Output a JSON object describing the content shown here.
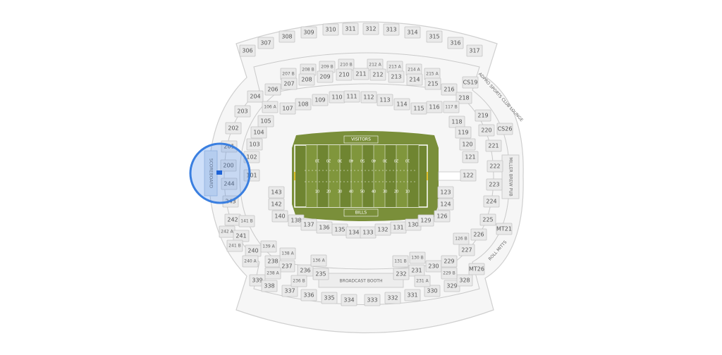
{
  "map": {
    "field": {
      "top_endzone": "VISITORS",
      "bottom_endzone": "BILLS"
    },
    "yard_numbers": [
      "10",
      "20",
      "30",
      "40",
      "50",
      "40",
      "30",
      "20",
      "10"
    ],
    "venue_labels": {
      "scoreboard": "SCOREBOARD",
      "broadcast_booth": "BROADCAST BOOTH",
      "miller_pub": "MILLER BREW PUB",
      "lounge_ne": "ADPRO SPORTS CLUB LOUNGE",
      "lounge_se": "ROLL MITTS"
    },
    "highlight_sections": [
      "200",
      "244",
      "201",
      "243"
    ],
    "sections": {
      "outer_top": [
        "306",
        "307",
        "308",
        "309",
        "310",
        "311",
        "312",
        "313",
        "314",
        "315",
        "316",
        "317"
      ],
      "outer_bottom": [
        "339",
        "338",
        "337",
        "336",
        "335",
        "334",
        "333",
        "332",
        "331",
        "330",
        "329",
        "328"
      ],
      "upper_top_a": [
        "207 B",
        "208 B",
        "209 B",
        "210 B",
        "212 A",
        "213 A",
        "214 A",
        "215 A"
      ],
      "upper_top_b": [
        "206",
        "207",
        "208",
        "209",
        "210",
        "211",
        "212",
        "213",
        "214",
        "215",
        "216"
      ],
      "upper_left": [
        "204",
        "203",
        "202",
        "201",
        "200",
        "244",
        "243",
        "242",
        "242 A",
        "241",
        "241 B",
        "240",
        "240 A"
      ],
      "upper_right": [
        "CS19",
        "218",
        "219",
        "220",
        "CS26",
        "221",
        "222",
        "223",
        "224",
        "225",
        "MT21",
        "226",
        "227",
        "MT26"
      ],
      "upper_bottom_a": [
        "238",
        "237",
        "236",
        "235",
        "232",
        "231",
        "230",
        "229"
      ],
      "upper_bottom_b": [
        "238 A",
        "236 B",
        "231 A",
        "229 B"
      ],
      "lower_top": [
        "106 A",
        "107",
        "108",
        "109",
        "110",
        "111",
        "112",
        "113",
        "114",
        "115",
        "116",
        "117 B"
      ],
      "lower_left": [
        "105",
        "104",
        "103",
        "102",
        "101",
        "143",
        "142",
        "140",
        "141 B",
        "139 A",
        "138 A",
        "136 A"
      ],
      "lower_right": [
        "118",
        "119",
        "120",
        "121",
        "122",
        "123",
        "124",
        "126",
        "126 B"
      ],
      "lower_bottom": [
        "138",
        "137",
        "136",
        "135",
        "134",
        "133",
        "132",
        "131",
        "130",
        "129",
        "131 B",
        "130 B"
      ]
    }
  }
}
